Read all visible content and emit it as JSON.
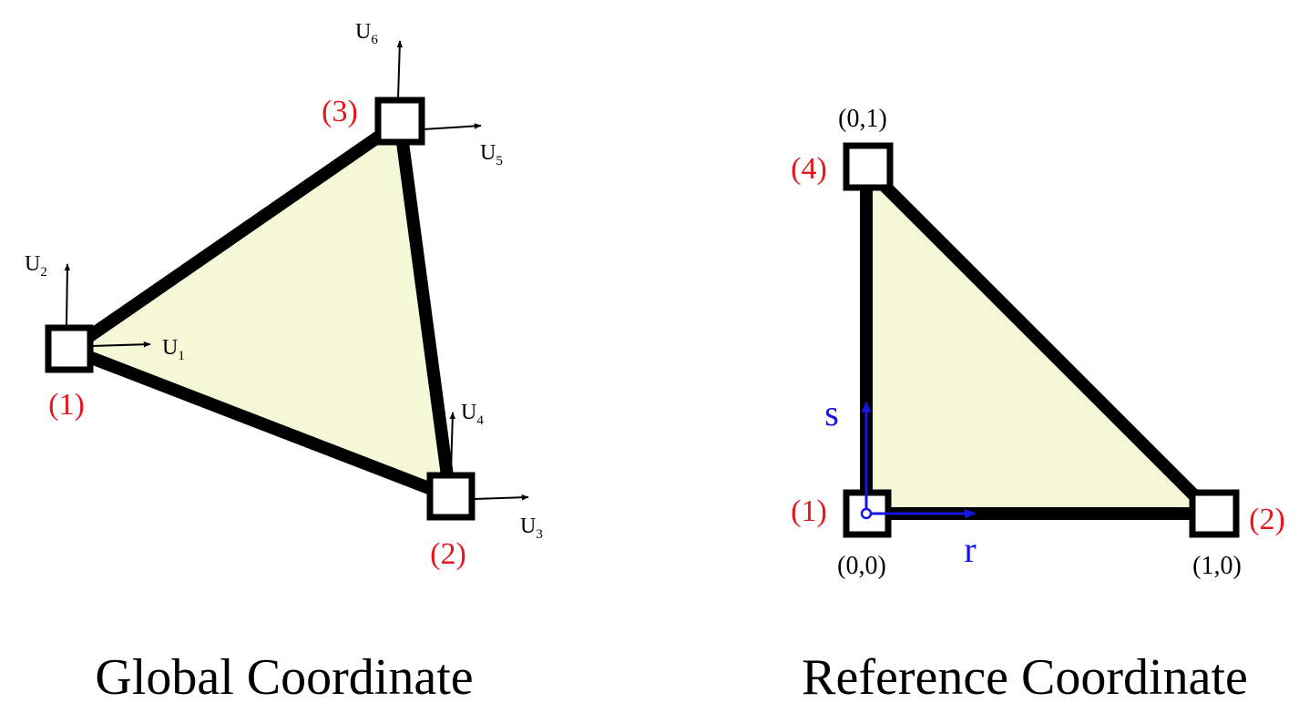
{
  "global": {
    "title": "Global Coordinate",
    "nodes": {
      "n1": "(1)",
      "n2": "(2)",
      "n3": "(3)"
    },
    "dofs": {
      "u1": {
        "base": "U",
        "sub": "1"
      },
      "u2": {
        "base": "U",
        "sub": "2"
      },
      "u3": {
        "base": "U",
        "sub": "3"
      },
      "u4": {
        "base": "U",
        "sub": "4"
      },
      "u5": {
        "base": "U",
        "sub": "5"
      },
      "u6": {
        "base": "U",
        "sub": "6"
      }
    }
  },
  "reference": {
    "title": "Reference Coordinate",
    "nodes": {
      "n1": "(1)",
      "n2": "(2)",
      "n4": "(4)"
    },
    "coords": {
      "c00": "(0,0)",
      "c10": "(1,0)",
      "c01": "(0,1)"
    },
    "axes": {
      "r": "r",
      "s": "s"
    }
  },
  "colors": {
    "fill": "#f4f8d6",
    "stroke": "#000000",
    "node_label": "#e8161c",
    "axis": "#1414e6"
  }
}
